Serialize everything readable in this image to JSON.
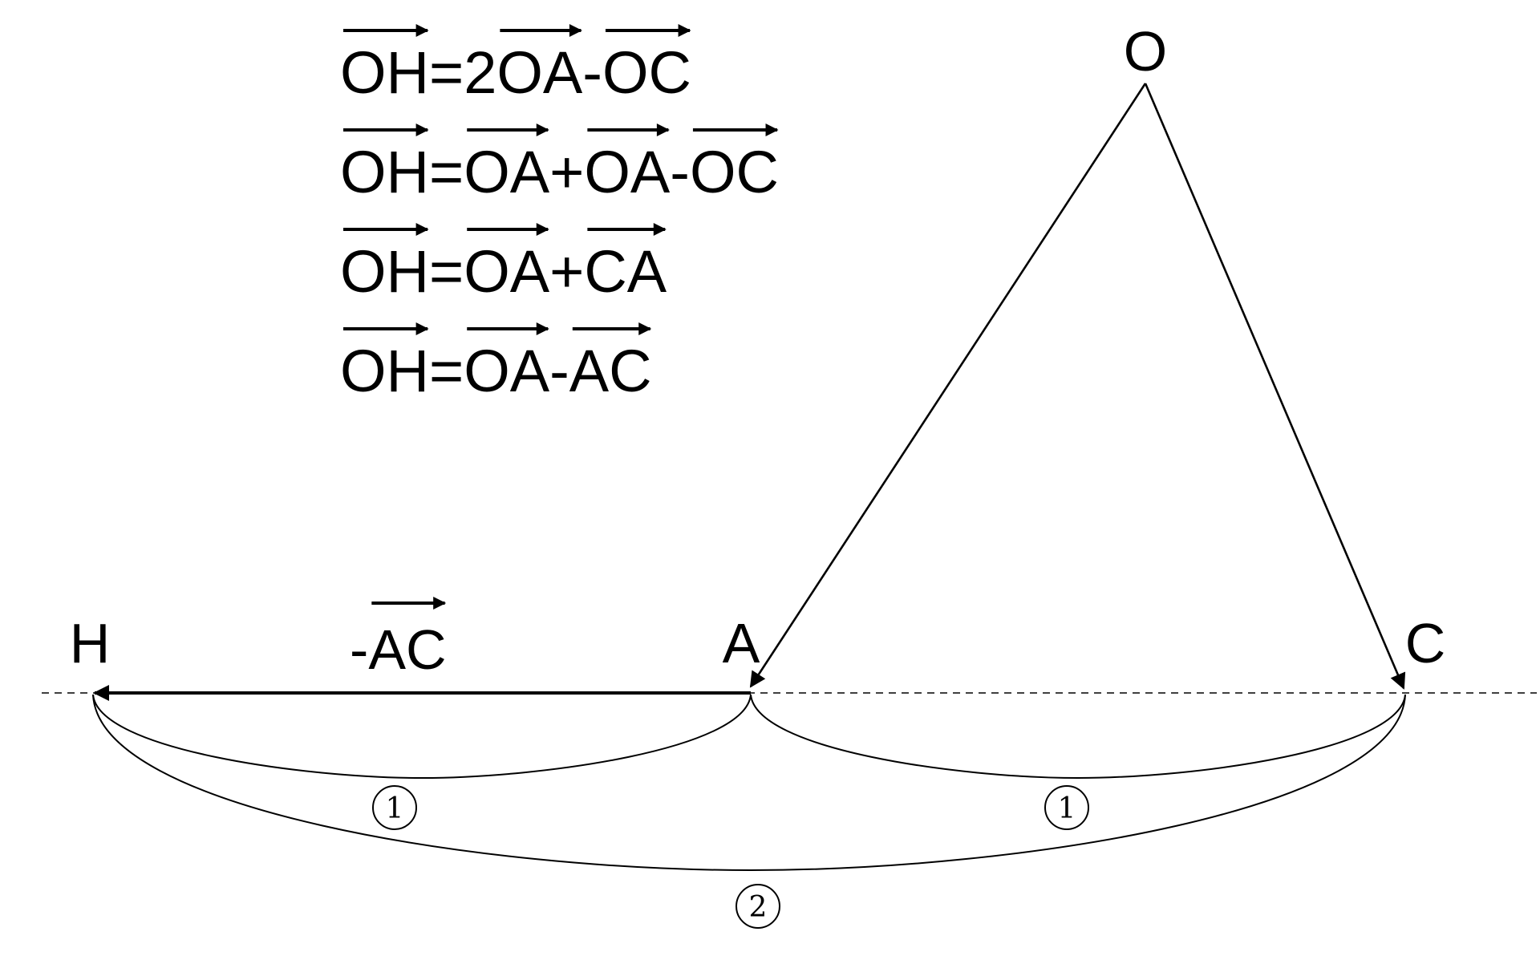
{
  "equations": [
    {
      "parts": [
        {
          "text": "OH",
          "vec": true
        },
        {
          "text": "=2",
          "vec": false
        },
        {
          "text": "OA",
          "vec": true
        },
        {
          "text": "-",
          "vec": false
        },
        {
          "text": "OC",
          "vec": true
        }
      ]
    },
    {
      "parts": [
        {
          "text": "OH",
          "vec": true
        },
        {
          "text": "=",
          "vec": false
        },
        {
          "text": "OA",
          "vec": true
        },
        {
          "text": "+",
          "vec": false
        },
        {
          "text": "OA",
          "vec": true
        },
        {
          "text": "-",
          "vec": false
        },
        {
          "text": "OC",
          "vec": true
        }
      ]
    },
    {
      "parts": [
        {
          "text": "OH",
          "vec": true
        },
        {
          "text": "=",
          "vec": false
        },
        {
          "text": "OA",
          "vec": true
        },
        {
          "text": "+",
          "vec": false
        },
        {
          "text": "CA",
          "vec": true
        }
      ]
    },
    {
      "parts": [
        {
          "text": "OH",
          "vec": true
        },
        {
          "text": "=",
          "vec": false
        },
        {
          "text": "OA",
          "vec": true
        },
        {
          "text": "-",
          "vec": false
        },
        {
          "text": "AC",
          "vec": true
        }
      ]
    }
  ],
  "points": {
    "O": "O",
    "A": "A",
    "C": "C",
    "H": "H"
  },
  "segment_label": {
    "prefix": "-",
    "vector": "AC"
  },
  "ratio_labels": {
    "HA": "①",
    "AC": "①",
    "HC": "②"
  },
  "colors": {
    "stroke": "#000000",
    "background": "#ffffff"
  }
}
